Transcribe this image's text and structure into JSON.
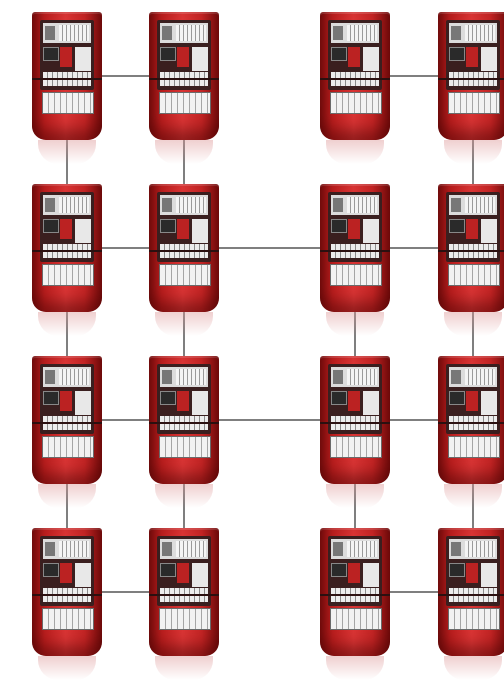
{
  "diagram": {
    "colors": {
      "cabinet": "#c22424",
      "wire": "#555555",
      "background": "#ffffff"
    },
    "grid": {
      "rows": 4,
      "columns": 4
    },
    "panels": [
      {
        "row": 0,
        "col": 0
      },
      {
        "row": 0,
        "col": 1
      },
      {
        "row": 0,
        "col": 2
      },
      {
        "row": 0,
        "col": 3
      },
      {
        "row": 1,
        "col": 0
      },
      {
        "row": 1,
        "col": 1
      },
      {
        "row": 1,
        "col": 2
      },
      {
        "row": 1,
        "col": 3
      },
      {
        "row": 2,
        "col": 0
      },
      {
        "row": 2,
        "col": 1
      },
      {
        "row": 2,
        "col": 2
      },
      {
        "row": 2,
        "col": 3
      },
      {
        "row": 3,
        "col": 0
      },
      {
        "row": 3,
        "col": 1
      },
      {
        "row": 3,
        "col": 2
      },
      {
        "row": 3,
        "col": 3
      }
    ],
    "connections": [
      {
        "from": [
          0,
          0
        ],
        "to": [
          0,
          1
        ]
      },
      {
        "from": [
          0,
          2
        ],
        "to": [
          0,
          3
        ]
      },
      {
        "from": [
          1,
          0
        ],
        "to": [
          1,
          1
        ]
      },
      {
        "from": [
          1,
          1
        ],
        "to": [
          1,
          2
        ]
      },
      {
        "from": [
          1,
          2
        ],
        "to": [
          1,
          3
        ]
      },
      {
        "from": [
          2,
          0
        ],
        "to": [
          2,
          1
        ]
      },
      {
        "from": [
          2,
          1
        ],
        "to": [
          2,
          2
        ]
      },
      {
        "from": [
          2,
          2
        ],
        "to": [
          2,
          3
        ]
      },
      {
        "from": [
          3,
          0
        ],
        "to": [
          3,
          1
        ]
      },
      {
        "from": [
          3,
          2
        ],
        "to": [
          3,
          3
        ]
      },
      {
        "from": [
          0,
          0
        ],
        "to": [
          1,
          0
        ]
      },
      {
        "from": [
          1,
          0
        ],
        "to": [
          2,
          0
        ]
      },
      {
        "from": [
          2,
          0
        ],
        "to": [
          3,
          0
        ]
      },
      {
        "from": [
          0,
          1
        ],
        "to": [
          1,
          1
        ]
      },
      {
        "from": [
          1,
          1
        ],
        "to": [
          2,
          1
        ]
      },
      {
        "from": [
          2,
          1
        ],
        "to": [
          3,
          1
        ]
      },
      {
        "from": [
          0,
          3
        ],
        "to": [
          1,
          3
        ]
      },
      {
        "from": [
          1,
          3
        ],
        "to": [
          2,
          3
        ]
      },
      {
        "from": [
          2,
          3
        ],
        "to": [
          3,
          3
        ]
      },
      {
        "from": [
          1,
          2
        ],
        "to": [
          2,
          2
        ]
      },
      {
        "from": [
          2,
          2
        ],
        "to": [
          3,
          2
        ]
      }
    ]
  }
}
